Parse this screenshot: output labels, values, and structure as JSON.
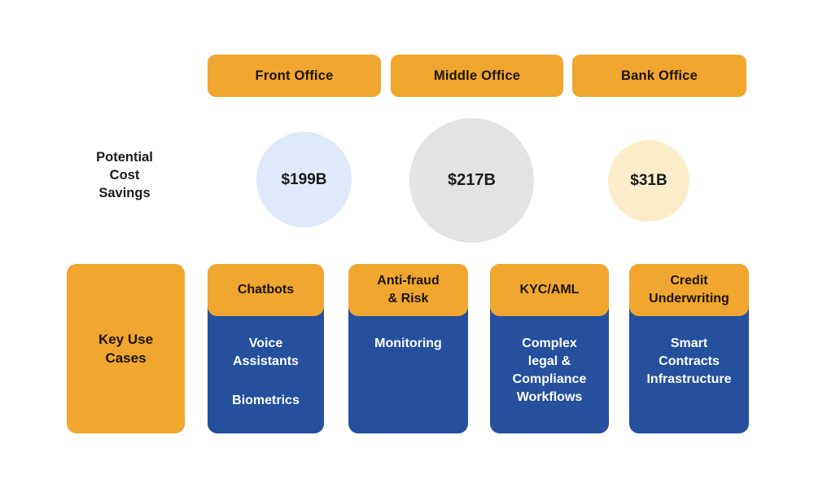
{
  "colors": {
    "background": "#FFFFFF",
    "accent_orange": "#F0A62F",
    "accent_blue": "#24509E",
    "dark_text": "#1D1302",
    "white_text": "#FFFFFF",
    "bubble_front_blue": "#DFE9FA",
    "bubble_middle_gray": "#E3E3E3",
    "bubble_bank_cream": "#FCEDCA"
  },
  "header_row": {
    "offices": [
      {
        "label": "Front Office"
      },
      {
        "label": "Middle Office"
      },
      {
        "label": "Bank Office"
      }
    ]
  },
  "savings_row": {
    "label_lines": [
      "Potential",
      "Cost",
      "Savings"
    ],
    "bubbles": [
      {
        "value": "$199B"
      },
      {
        "value": "$217B"
      },
      {
        "value": "$31B"
      }
    ]
  },
  "use_cases_row": {
    "label_lines": [
      "Key Use",
      "Cases"
    ],
    "columns": [
      {
        "header_lines": [
          "Chatbots"
        ],
        "body_items": [
          {
            "lines": [
              "Voice",
              "Assistants"
            ]
          },
          {
            "lines": [
              "Biometrics"
            ]
          }
        ]
      },
      {
        "header_lines": [
          "Anti-fraud",
          "& Risk"
        ],
        "body_items": [
          {
            "lines": [
              "Monitoring"
            ]
          }
        ]
      },
      {
        "header_lines": [
          "KYC/AML"
        ],
        "body_items": [
          {
            "lines": [
              "Complex",
              "legal &",
              "Compliance",
              "Workflows"
            ]
          }
        ]
      },
      {
        "header_lines": [
          "Credit",
          "Underwriting"
        ],
        "body_items": [
          {
            "lines": [
              "Smart",
              "Contracts",
              "Infrastructure"
            ]
          }
        ]
      }
    ]
  }
}
